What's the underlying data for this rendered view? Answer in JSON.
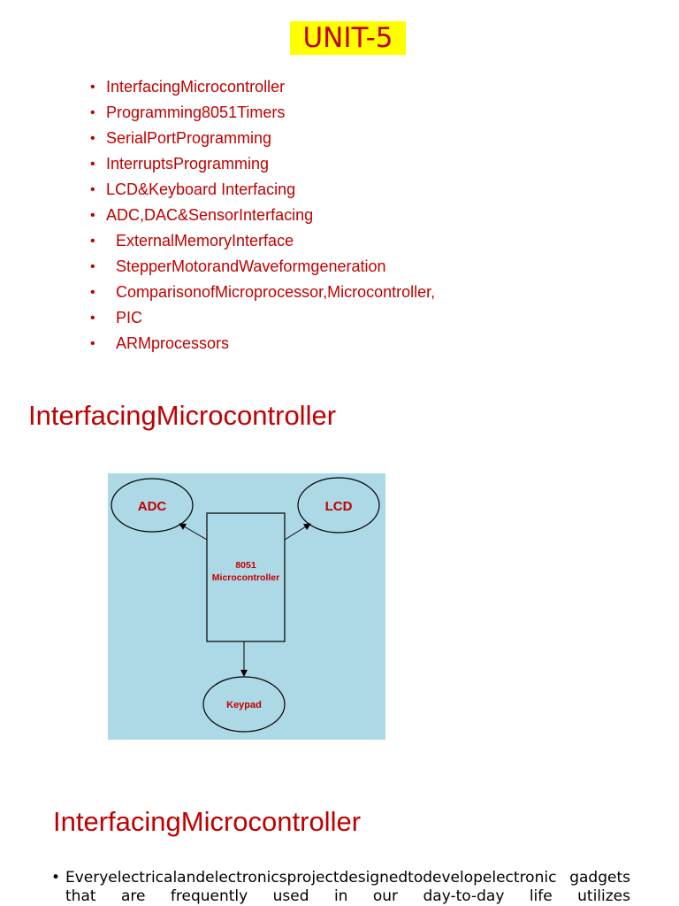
{
  "header": {
    "unit_title": "UNIT-5"
  },
  "topics": [
    "InterfacingMicrocontroller",
    "Programming8051Timers",
    "SerialPortProgramming",
    "InterruptsProgramming",
    "LCD&Keyboard Interfacing",
    "ADC,DAC&SensorInterfacing",
    "ExternalMemoryInterface",
    "StepperMotorandWaveformgeneration",
    "ComparisonofMicroprocessor,Microcontroller,",
    "PIC",
    "ARMprocessors"
  ],
  "bullet_char": "•",
  "section1": {
    "heading": "InterfacingMicrocontroller"
  },
  "diagram": {
    "adc_label": "ADC",
    "lcd_label": "LCD",
    "mcu_label_line1": "8051",
    "mcu_label_line2": "Microcontroller",
    "keypad_label": "Keypad",
    "background_color": "#add8e6",
    "label_color": "#c00000"
  },
  "section2": {
    "heading": "InterfacingMicrocontroller",
    "body_text": "Everyelectricalandelectronicsprojectdesignedtodevelopelectronic gadgets that are frequently used in our day-to-day life utilizes"
  },
  "colors": {
    "heading_red": "#c00000",
    "title_highlight": "#ffff00"
  }
}
